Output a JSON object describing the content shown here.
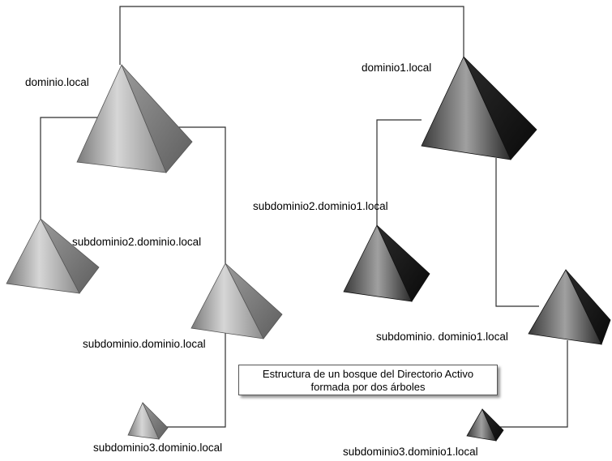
{
  "diagram": {
    "labels": {
      "root_a": "dominio.local",
      "root_b": "dominio1.local",
      "a_sub2": "subdominio2.dominio.local",
      "a_sub": "subdominio.dominio.local",
      "a_sub3": "subdominio3.dominio.local",
      "b_sub2": "subdominio2.dominio1.local",
      "b_sub": "subdominio. dominio1.local",
      "b_sub3": "subdominio3.dominio1.local"
    },
    "caption": {
      "line1": "Estructura de un bosque del Directorio Activo",
      "line2": "formada por dos árboles"
    },
    "colors": {
      "tree_a_light": "#d9d9d9",
      "tree_a_dark": "#7f7f7f",
      "tree_b_light": "#8a8a8a",
      "tree_b_dark": "#1c1c1c",
      "connector": "#2e2e2e"
    }
  }
}
